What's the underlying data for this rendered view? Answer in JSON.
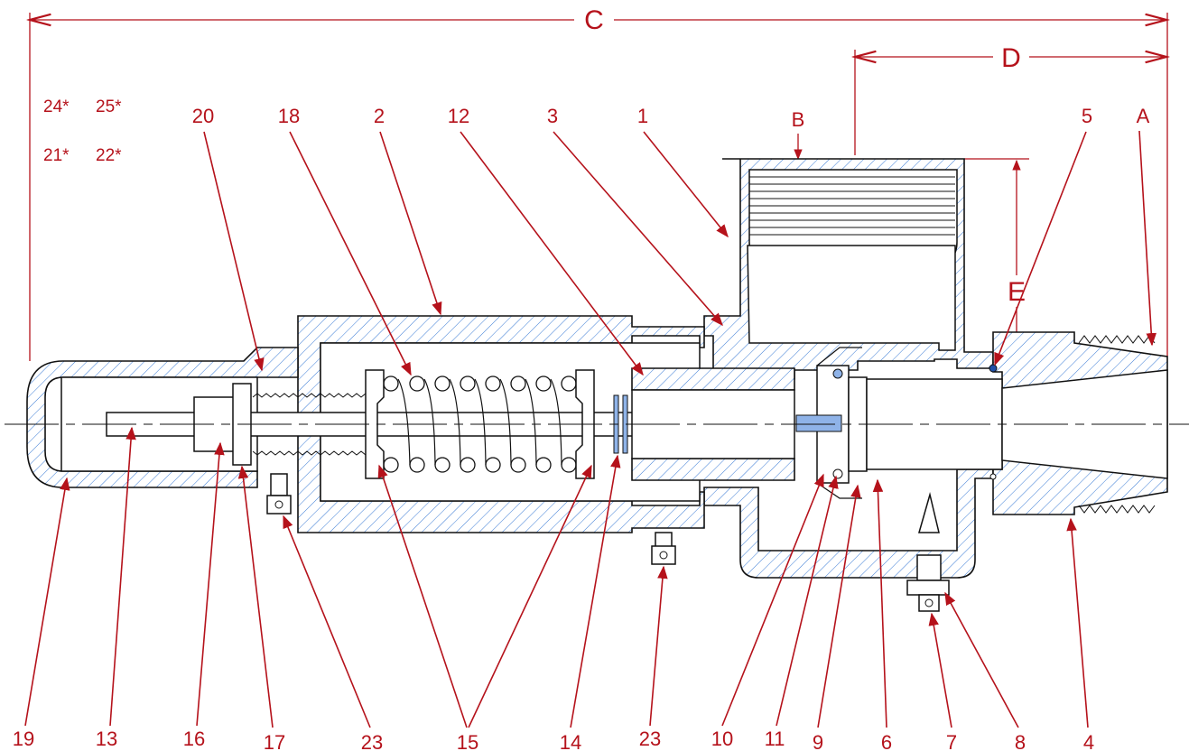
{
  "diagram": {
    "dimension_labels": {
      "C": "C",
      "D": "D",
      "E": "E",
      "A": "A",
      "B": "B"
    },
    "note_labels": [
      "24*",
      "25*",
      "21*",
      "22*"
    ],
    "top_callouts": [
      "20",
      "18",
      "2",
      "12",
      "3",
      "1",
      "5"
    ],
    "bottom_callouts": [
      "19",
      "13",
      "16",
      "17",
      "23",
      "15",
      "14",
      "23",
      "10",
      "11",
      "9",
      "6",
      "7",
      "8",
      "4"
    ],
    "colors": {
      "callout": "#b5121b",
      "hatch": "#3a7bd5",
      "outline": "#111111"
    }
  }
}
